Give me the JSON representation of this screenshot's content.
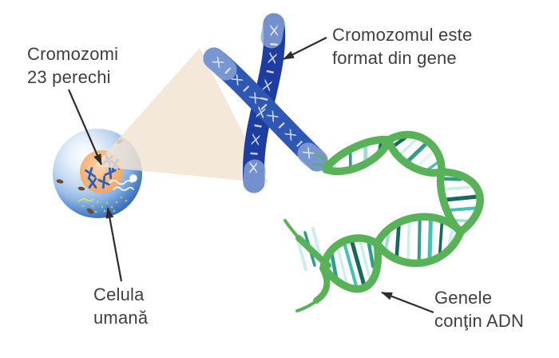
{
  "figure": {
    "type": "biology-diagram",
    "language": "ro",
    "description": "Celula umana - cromozomi - gene - ADN"
  },
  "labels": {
    "chromosomes_count": {
      "line1": "Cromozomi",
      "line2": "23 perechi"
    },
    "chromosome_genes": {
      "line1": "Cromozomul este",
      "line2": "format din gene"
    },
    "human_cell": {
      "line1": "Celula",
      "line2": "umană"
    },
    "genes_dna": {
      "line1": "Genele",
      "line2": "conţin ADN"
    }
  },
  "chromosome": {
    "band_pattern": "XIXIXIXIXIX"
  },
  "colors": {
    "background": "#ffffff",
    "text": "#3e3e3e",
    "arrow": "#2d2d2d",
    "cone_beige": "#f5ebe1",
    "cell_blue": "#4a86d3",
    "cell_edge_blue": "#3f72c4",
    "nucleus_orange": "#f2a96e",
    "mini_chromosome_blue": "#2b5fc0",
    "organelle_brown": "#7b4a26",
    "chromosome_dark_blue": "#1e3da0",
    "chromosome_mid_blue": "#2e58b4",
    "chromosome_tip_blue": "#8aa6da",
    "dna_strand_green": "#58b358",
    "dna_rung_teal_dark": "#16695f",
    "dna_rung_teal": "#2f9c8f",
    "dna_rung_turquoise": "#45c0b4",
    "dna_rung_cyan_light": "#cdeeea"
  }
}
